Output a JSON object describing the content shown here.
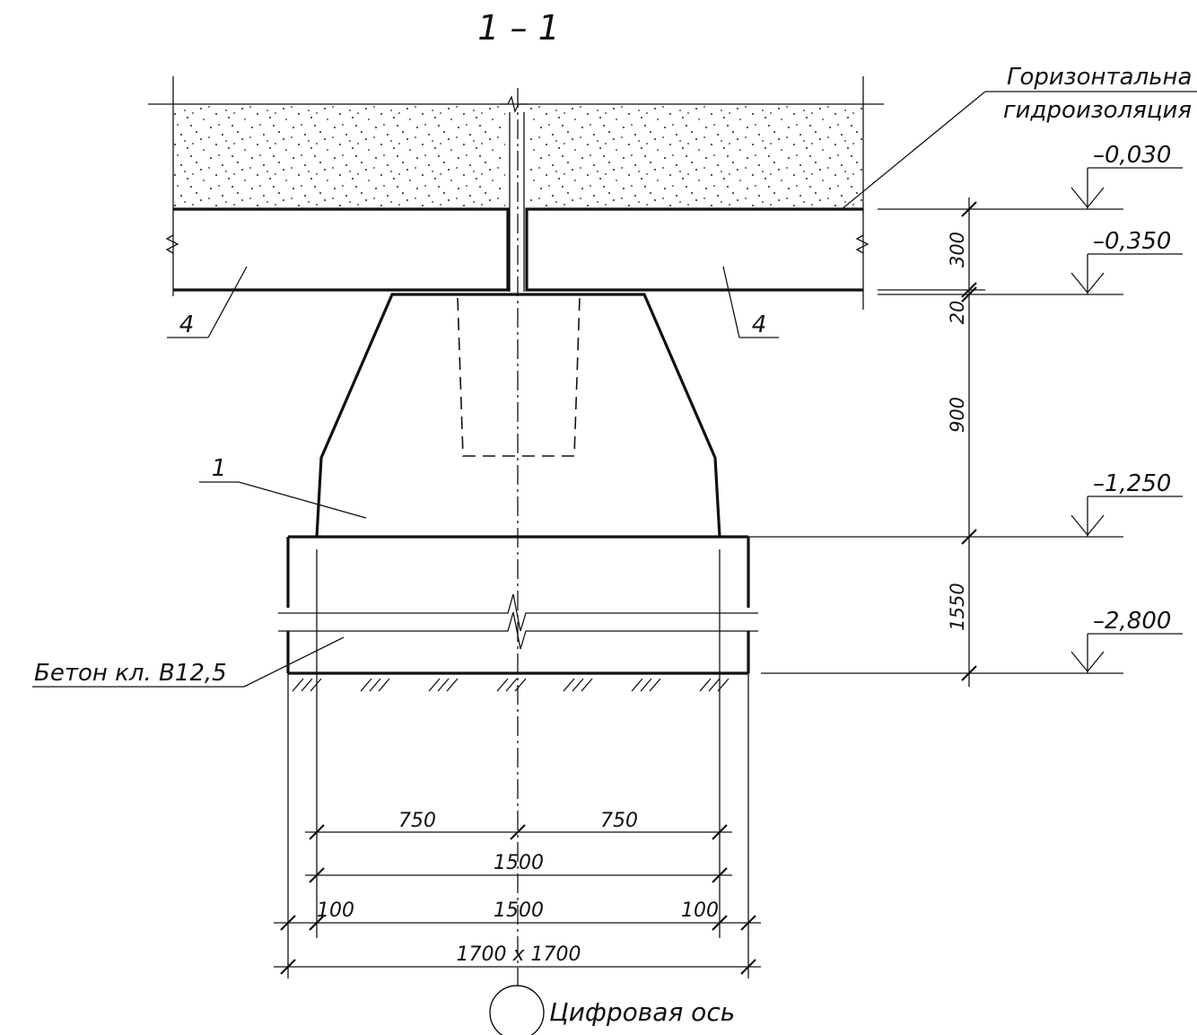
{
  "section_title": "1 – 1",
  "callout_waterproofing": {
    "line1": "Горизонтальна",
    "line2": "гидроизоляция"
  },
  "elevations": [
    "–0,030",
    "–0,350",
    "–1,250",
    "–2,800"
  ],
  "vertical_dims": [
    "300",
    "20",
    "900",
    "1550"
  ],
  "part_marks": {
    "slab_left": "4",
    "slab_right": "4",
    "column_base": "1"
  },
  "concrete_label": "Бетон кл. B12,5",
  "horizontal_dims": {
    "half_left": "750",
    "half_right": "750",
    "width": "1500",
    "inner": "1500",
    "offset_left": "100",
    "offset_right": "100",
    "overall": "1700 x 1700"
  },
  "axis_label": "Цифровая ось"
}
